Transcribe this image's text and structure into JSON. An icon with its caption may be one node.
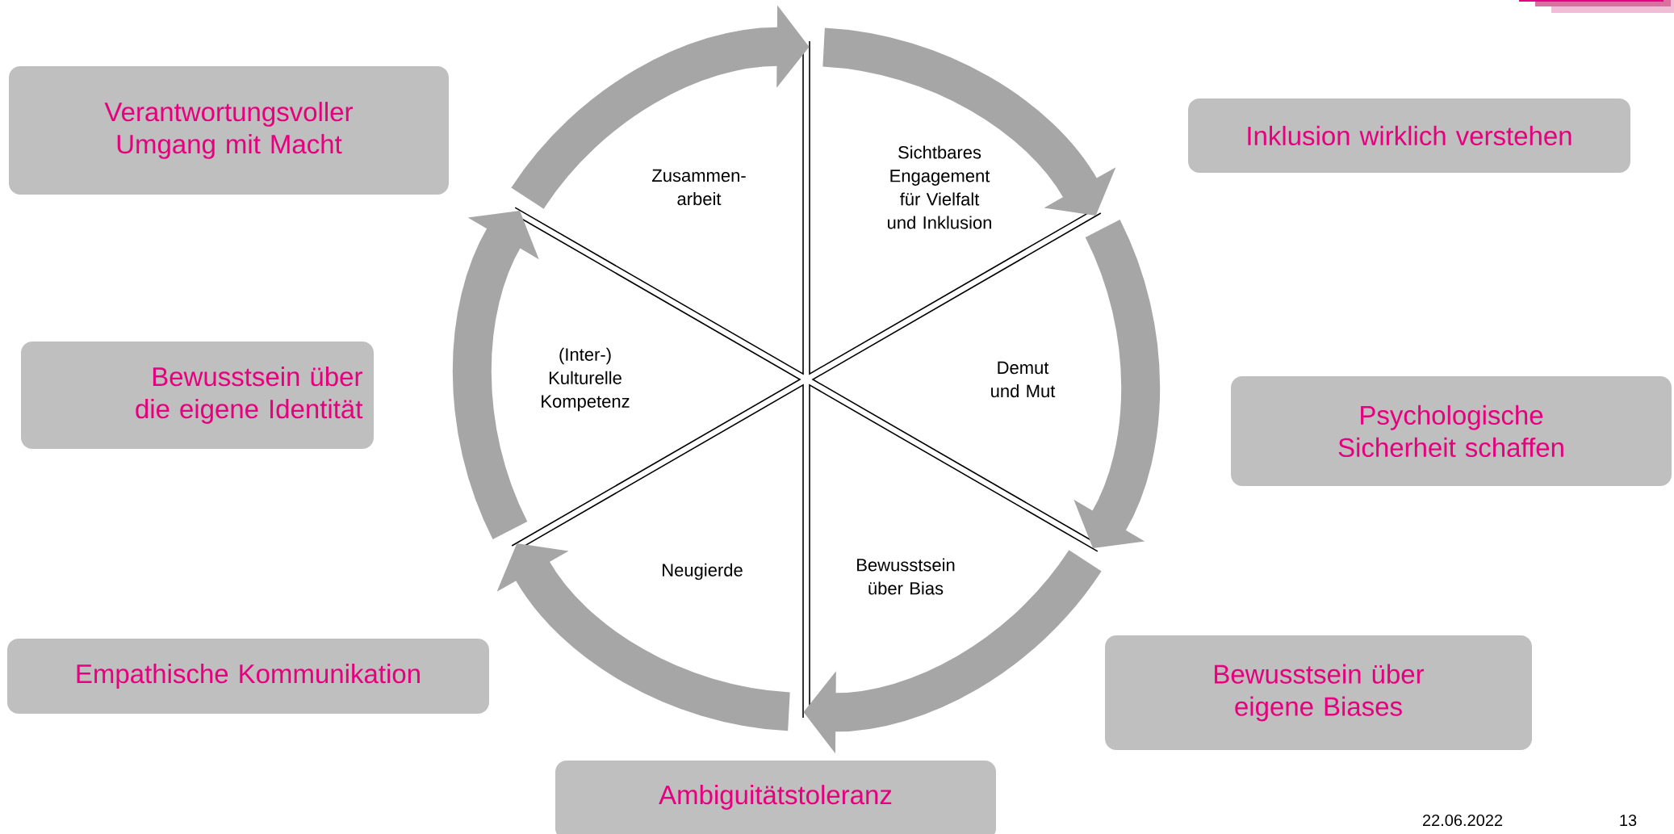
{
  "diagram": {
    "nodes": [
      {
        "text": [
          "Verantwortungsvoller Umgang mit Macht"
        ]
      },
      {
        "text": [
          "Inklusion wirklich verstehen"
        ]
      },
      {
        "text": [
          "Zusammen- arbeit"
        ]
      },
      {
        "text": [
          "Sichtbares Engagement für Vielfalt und Inklusion"
        ]
      },
      {
        "text": [
          "Bewusstsein über die eigene Identität"
        ]
      },
      {
        "text": [
          "(Inter-) Kulturelle Kompetenz"
        ]
      },
      {
        "text": [
          "Demut und Mut"
        ]
      },
      {
        "text": [
          "Psychologische Sicherheit schaffen"
        ]
      },
      {
        "text": [
          "Neugierde"
        ]
      },
      {
        "text": [
          "Bewusstsein über Bias"
        ]
      },
      {
        "text": [
          "Empathische Kommunikation"
        ]
      },
      {
        "text": [
          "Bewusstsein über eigene Biases"
        ]
      },
      {
        "text": [
          "Ambiguitätstoleranz"
        ]
      }
    ],
    "edges": [
      {
        "from": 2,
        "to": 3,
        "arrow": "to"
      },
      {
        "from": 3,
        "to": 6,
        "arrow": "to"
      },
      {
        "from": 6,
        "to": 9,
        "arrow": "to"
      },
      {
        "from": 9,
        "to": 8,
        "arrow": "to"
      },
      {
        "from": 8,
        "to": 5,
        "arrow": "to"
      },
      {
        "from": 5,
        "to": 2,
        "arrow": "to"
      }
    ],
    "labels": [
      "22.06.2022",
      "13"
    ]
  }
}
